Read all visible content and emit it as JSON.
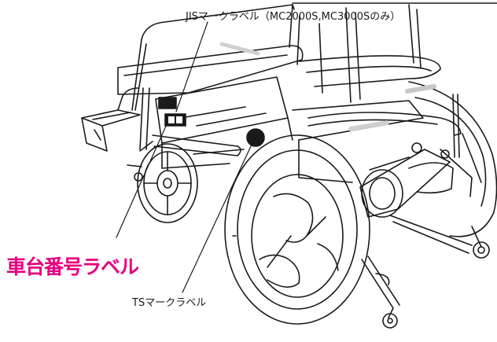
{
  "labels": {
    "jis": "JISマークラベル（MC2000S,MC3000Sのみ）",
    "serial": "車台番号ラベル",
    "ts": "TSマークラベル"
  },
  "colors": {
    "accent": "#e4007f",
    "line": "#1a1a1a",
    "tire_tread": "#cfcfcf",
    "reflector": "#c8c8c8"
  }
}
